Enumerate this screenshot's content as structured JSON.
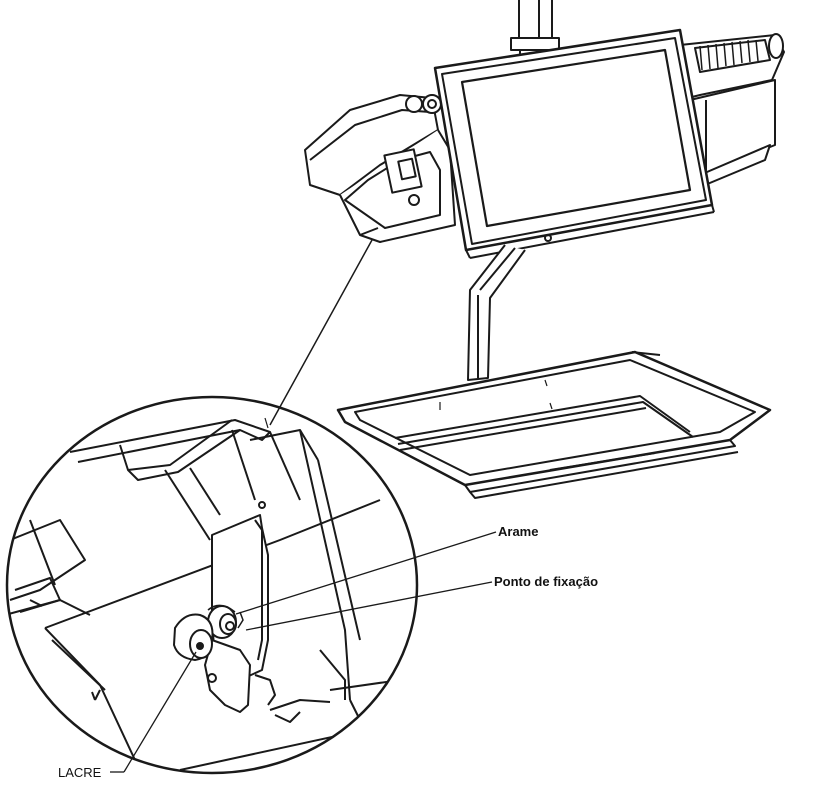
{
  "callouts": {
    "arame": "Arame",
    "ponto_fixacao": "Ponto de fixação",
    "lacre": "LACRE"
  },
  "colors": {
    "line": "#1a1a1a",
    "background": "#ffffff",
    "screen": "#ffffff"
  }
}
